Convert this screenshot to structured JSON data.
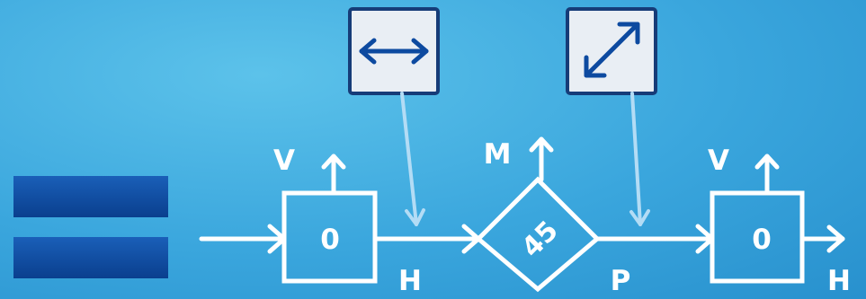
{
  "equals_sign": {
    "color": "#0d4aa0"
  },
  "polarizers": [
    {
      "icon": "horizontal-double-arrow-icon",
      "color": "#0d4aa0"
    },
    {
      "icon": "diagonal-double-arrow-icon",
      "color": "#0d4aa0"
    }
  ],
  "nodes": [
    {
      "shape": "square",
      "value": "0",
      "up_label": "V",
      "right_label": "H"
    },
    {
      "shape": "diamond",
      "value": "45",
      "up_label": "M",
      "right_label": "P"
    },
    {
      "shape": "square",
      "value": "0",
      "up_label": "V",
      "right_label": "H"
    }
  ],
  "colors": {
    "line": "#ffffff",
    "pointer": "#b3dcf5",
    "tile_border": "#163c78",
    "tile_fill": "#e9eef4"
  }
}
